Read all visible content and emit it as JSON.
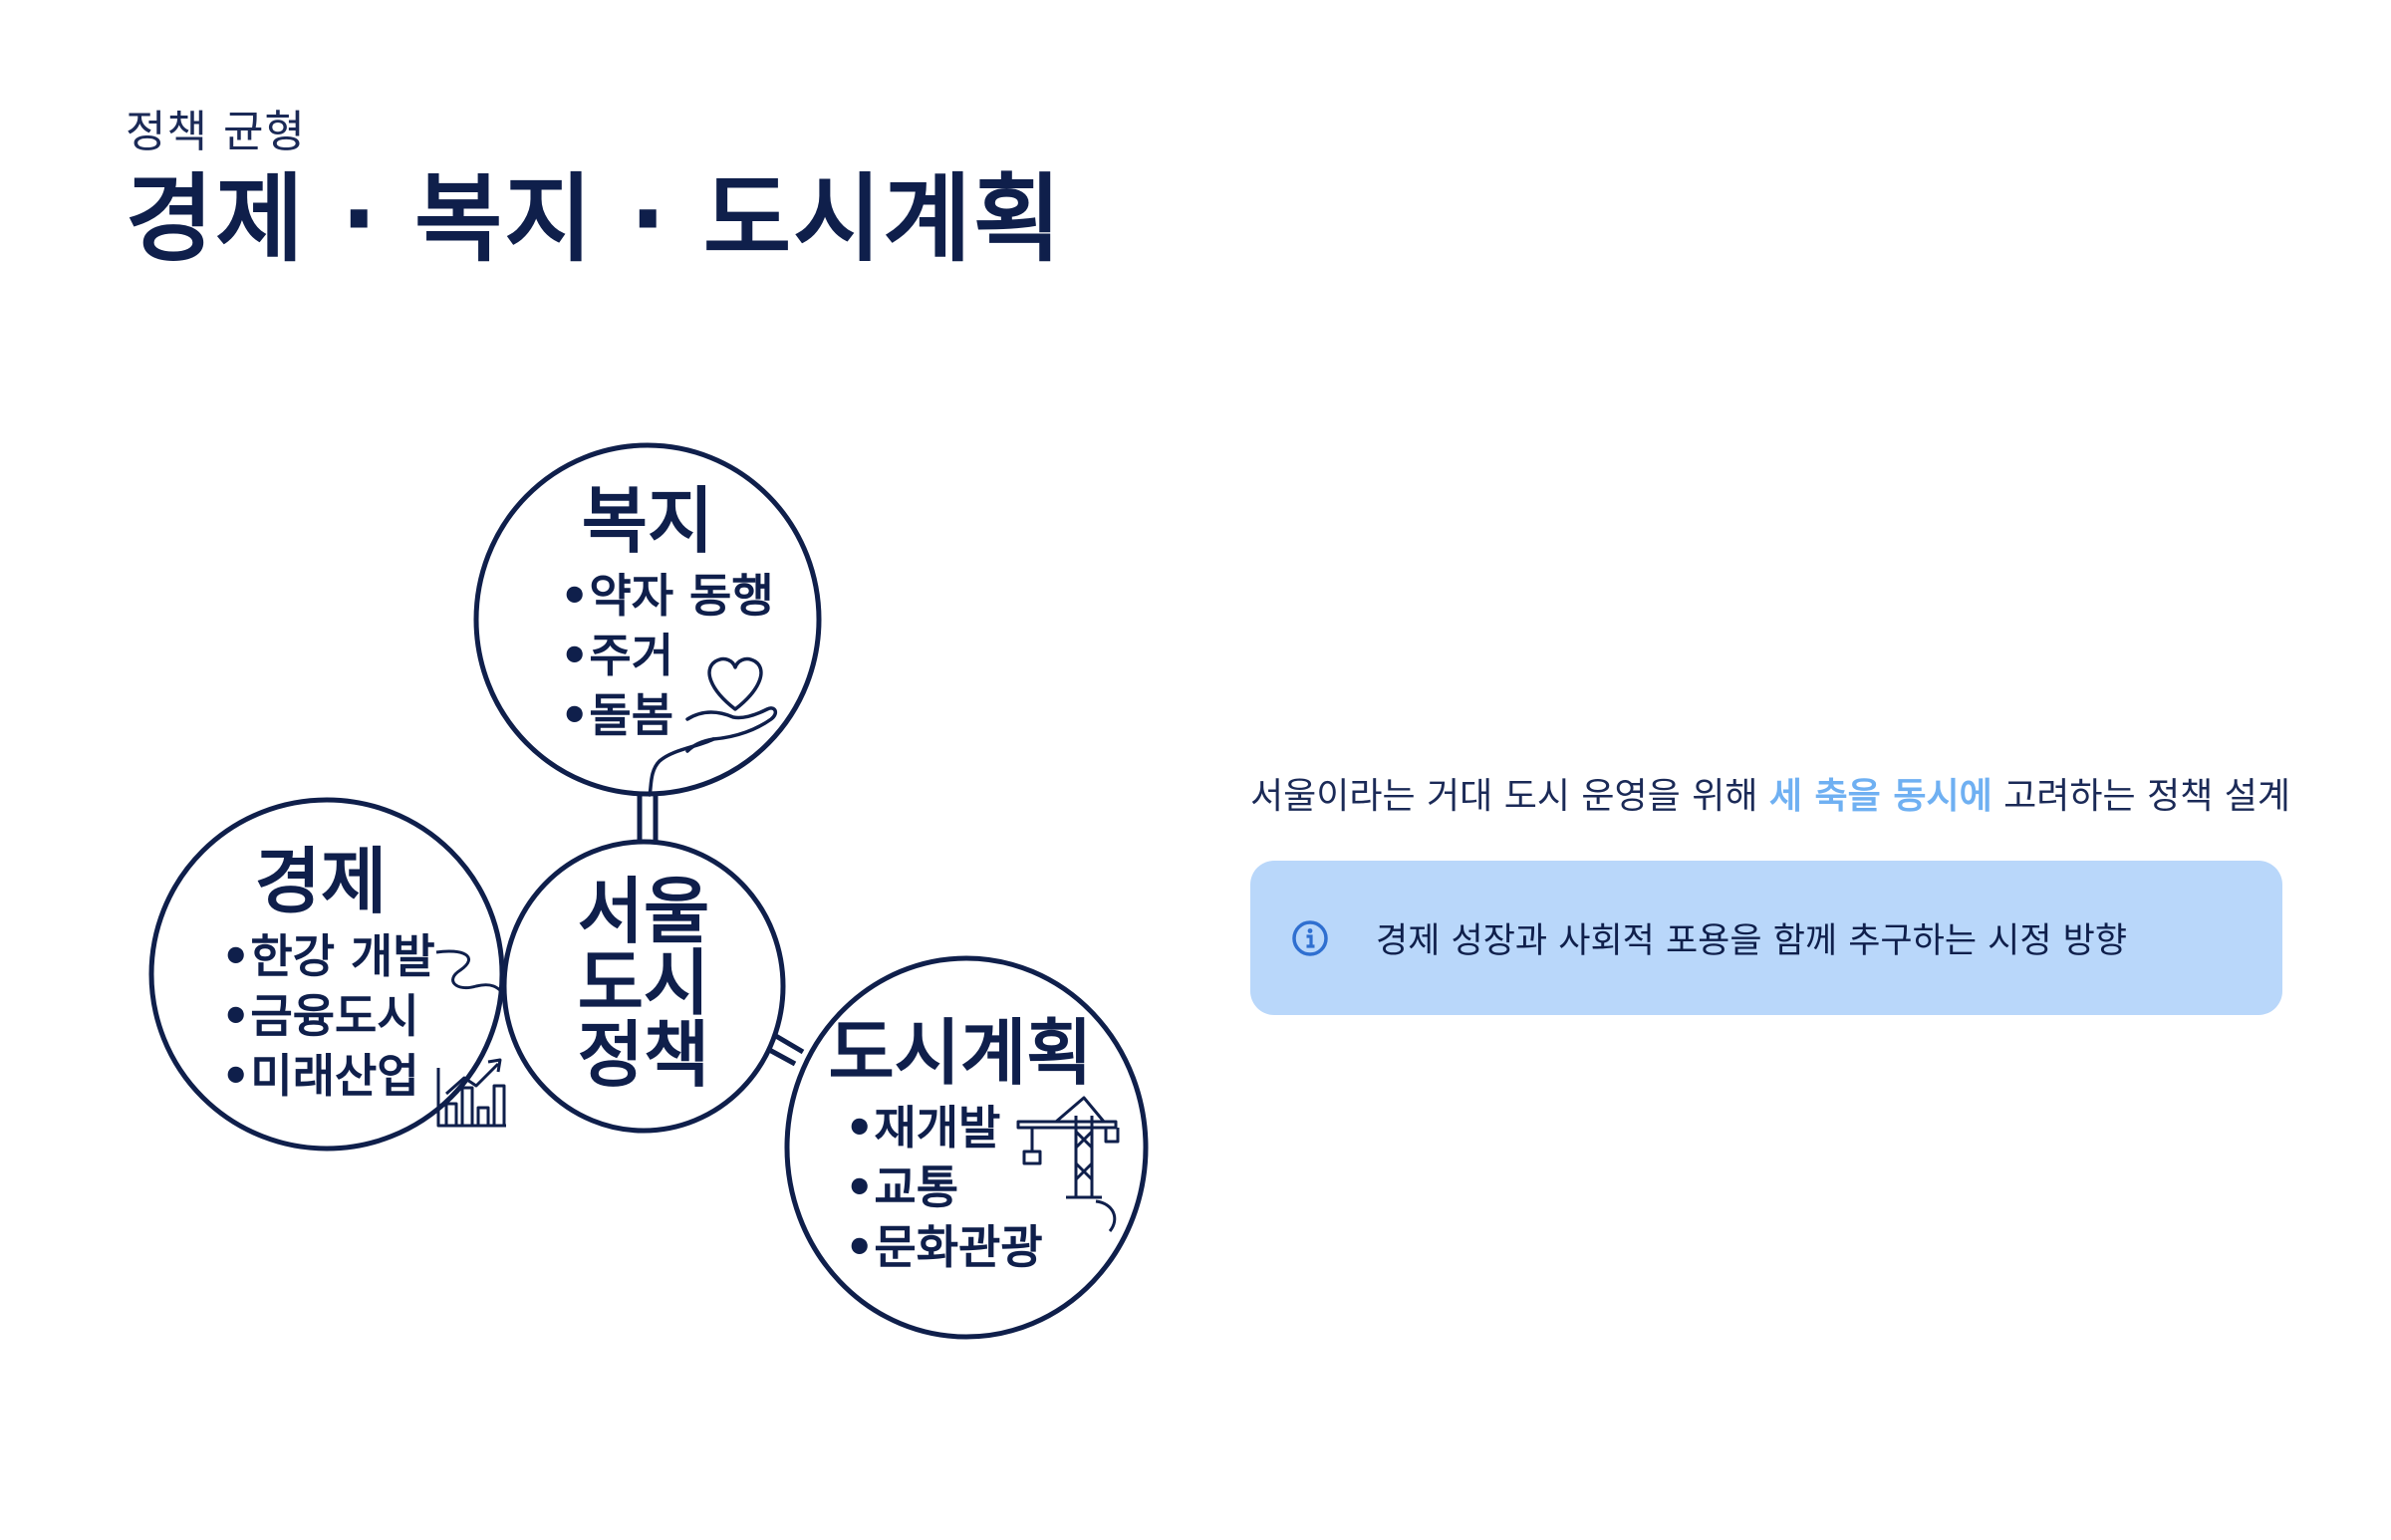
{
  "header": {
    "eyebrow": "정책 균형",
    "title": "경제 · 복지 · 도시계획"
  },
  "diagram": {
    "center": {
      "lines": [
        "서울",
        "도시",
        "정책"
      ]
    },
    "welfare": {
      "title": "복지",
      "items": [
        "•약자 동행",
        "•주거",
        "•돌봄"
      ],
      "icon": "heart-hand-icon"
    },
    "economy": {
      "title": "경제",
      "items": [
        "•한강 개발",
        "•금융도시",
        "•미래산업"
      ],
      "icon": "bar-chart-icon"
    },
    "urban": {
      "title": "도시계획",
      "items": [
        "•재개발",
        "•교통",
        "•문화관광"
      ],
      "icon": "crane-icon"
    }
  },
  "summary": {
    "before": "서울이라는 거대 도시 운영을 위해 ",
    "highlight": "세 축을 동시에",
    "after": " 고려하는 정책 설계"
  },
  "info": {
    "icon": "info-icon",
    "text": "경제 성장과 사회적 포용을 함께 추구하는 시정 방향"
  },
  "colors": {
    "navy": "#0f1f4b",
    "highlight": "#6fb0f2",
    "info_bg": "#b9d7fa",
    "info_icon": "#2f6fd0"
  }
}
